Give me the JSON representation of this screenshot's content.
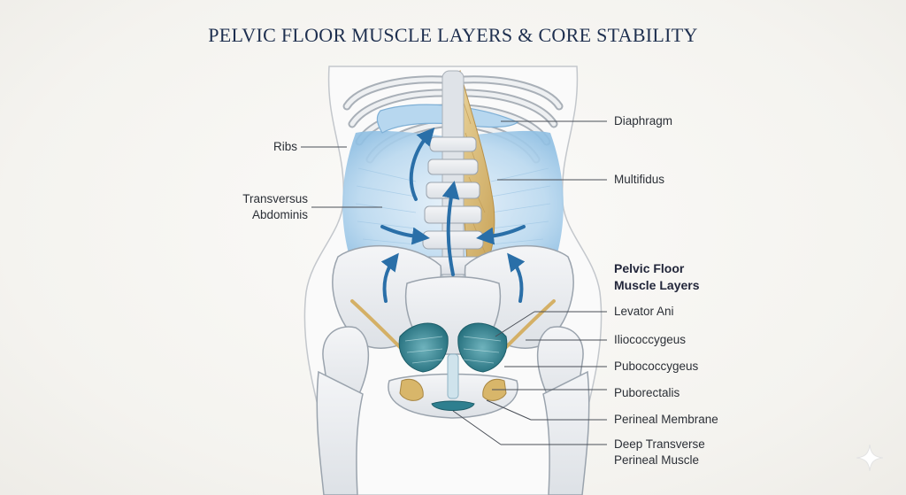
{
  "title": "PELVIC FLOOR MUSCLE LAYERS & CORE STABILITY",
  "labels": {
    "diaphragm": "Diaphragm",
    "multifidus": "Multifidus",
    "ribs": "Ribs",
    "transversus_line1": "Transversus",
    "transversus_line2": "Abdominis",
    "pelvic_heading_line1": "Pelvic Floor",
    "pelvic_heading_line2": "Muscle Layers",
    "levator_ani": "Levator Ani",
    "iliococcygeus": "Iliococcygeus",
    "pubococcygeus": "Pubococcygeus",
    "puborectalis": "Puborectalis",
    "perineal_membrane": "Perineal Membrane",
    "deep_line1": "Deep Transverse",
    "deep_line2": "Perineal Muscle"
  },
  "colors": {
    "title": "#1e2f4f",
    "bone": "#e9ebee",
    "bone_outline": "#9aa3ad",
    "transversus_blue": "#a9cde8",
    "arrow_blue": "#2a6fa8",
    "pelvic_teal": "#2e7f8f",
    "tendon_gold": "#d8b66a"
  },
  "icons": {
    "watermark": "sparkle-icon"
  }
}
